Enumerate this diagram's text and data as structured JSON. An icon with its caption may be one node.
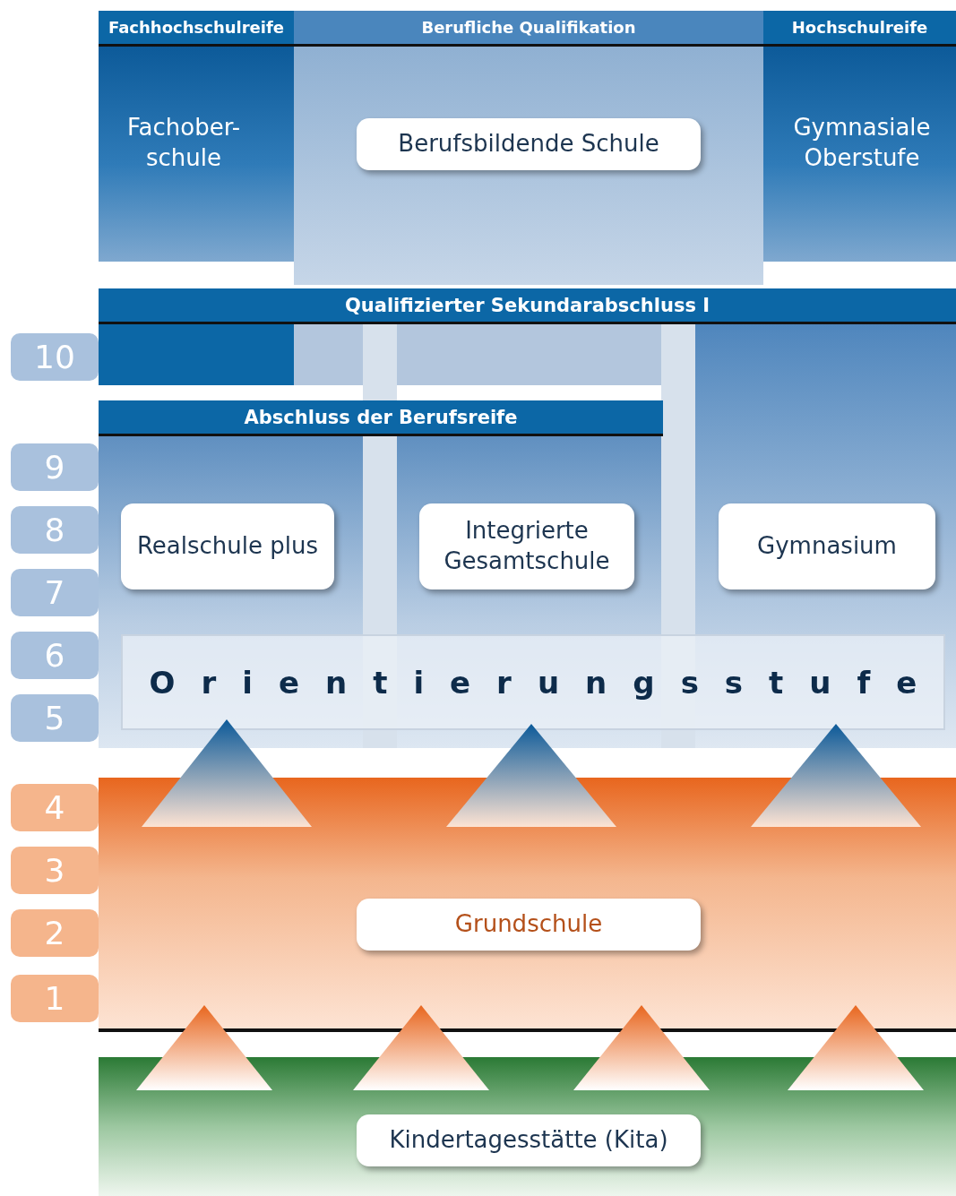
{
  "diagram": {
    "nodes": [
      {
        "text": [
          "Fachhochschulreife"
        ]
      },
      {
        "text": [
          "Berufliche Qualifikation"
        ]
      },
      {
        "text": [
          "Hochschulreife"
        ]
      },
      {
        "text": [
          "Fachober- schule"
        ]
      },
      {
        "text": [
          "Berufsbildende Schule"
        ]
      },
      {
        "text": [
          "Gymnasiale Oberstufe"
        ]
      },
      {
        "text": [
          "Qualifizierter Sekundarabschluss I"
        ]
      },
      {
        "text": [
          "Abschluss der Berufsreife"
        ]
      },
      {
        "text": [
          "Realschule plus"
        ]
      },
      {
        "text": [
          "Integrierte Gesamtschule"
        ]
      },
      {
        "text": [
          "Gymnasium"
        ]
      },
      {
        "text": [
          "Orientierungsstufe"
        ]
      },
      {
        "text": [],
        "shape": "triangle"
      },
      {
        "text": [],
        "shape": "triangle"
      },
      {
        "text": [],
        "shape": "triangle"
      },
      {
        "text": [
          "Grundschule"
        ]
      },
      {
        "text": [],
        "shape": "triangle"
      },
      {
        "text": [],
        "shape": "triangle"
      },
      {
        "text": [],
        "shape": "triangle"
      },
      {
        "text": [],
        "shape": "triangle"
      },
      {
        "text": [
          "Kindertagesstätte (Kita)"
        ]
      }
    ],
    "labels": [
      "10",
      "9",
      "8",
      "7",
      "6",
      "5",
      "4",
      "3",
      "2",
      "1"
    ]
  }
}
